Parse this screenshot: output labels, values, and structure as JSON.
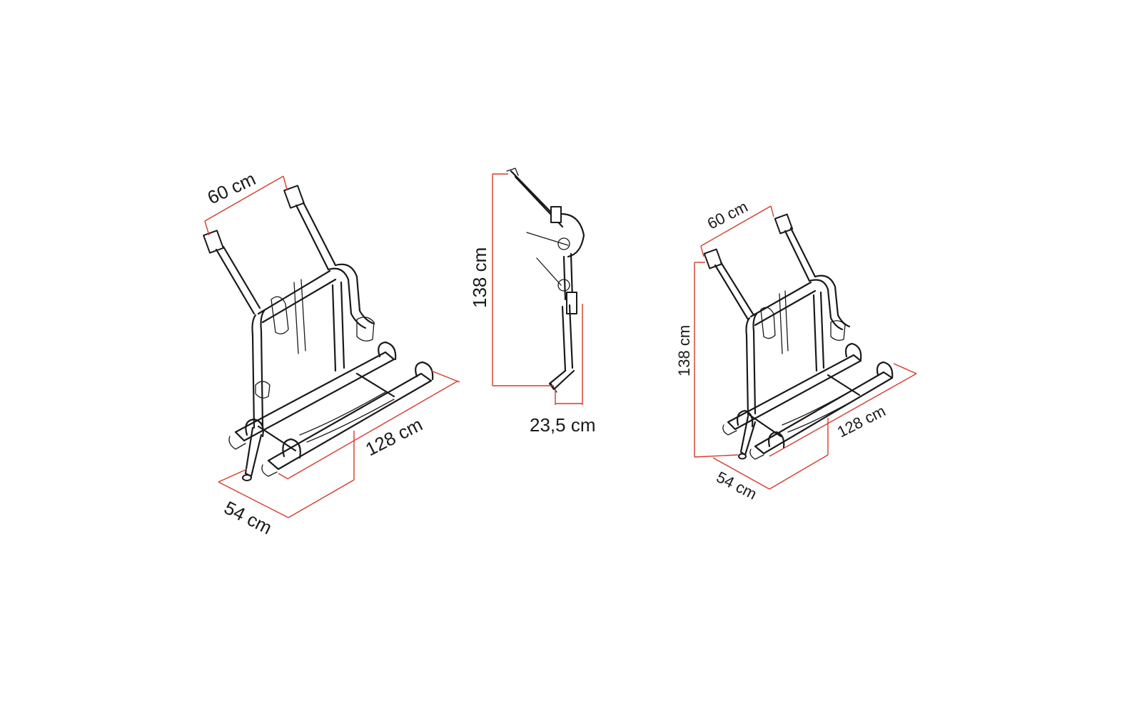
{
  "colors": {
    "background": "#ffffff",
    "outline": "#1a1a1a",
    "dimension_line": "#d63a2a"
  },
  "view_left": {
    "width_label": "60 cm",
    "length_label": "128 cm",
    "depth_label": "54 cm"
  },
  "view_side": {
    "height_label": "138 cm",
    "offset_label": "23,5 cm"
  },
  "view_right": {
    "width_label": "60 cm",
    "height_label": "138 cm",
    "length_label": "128 cm",
    "depth_label": "54 cm"
  }
}
